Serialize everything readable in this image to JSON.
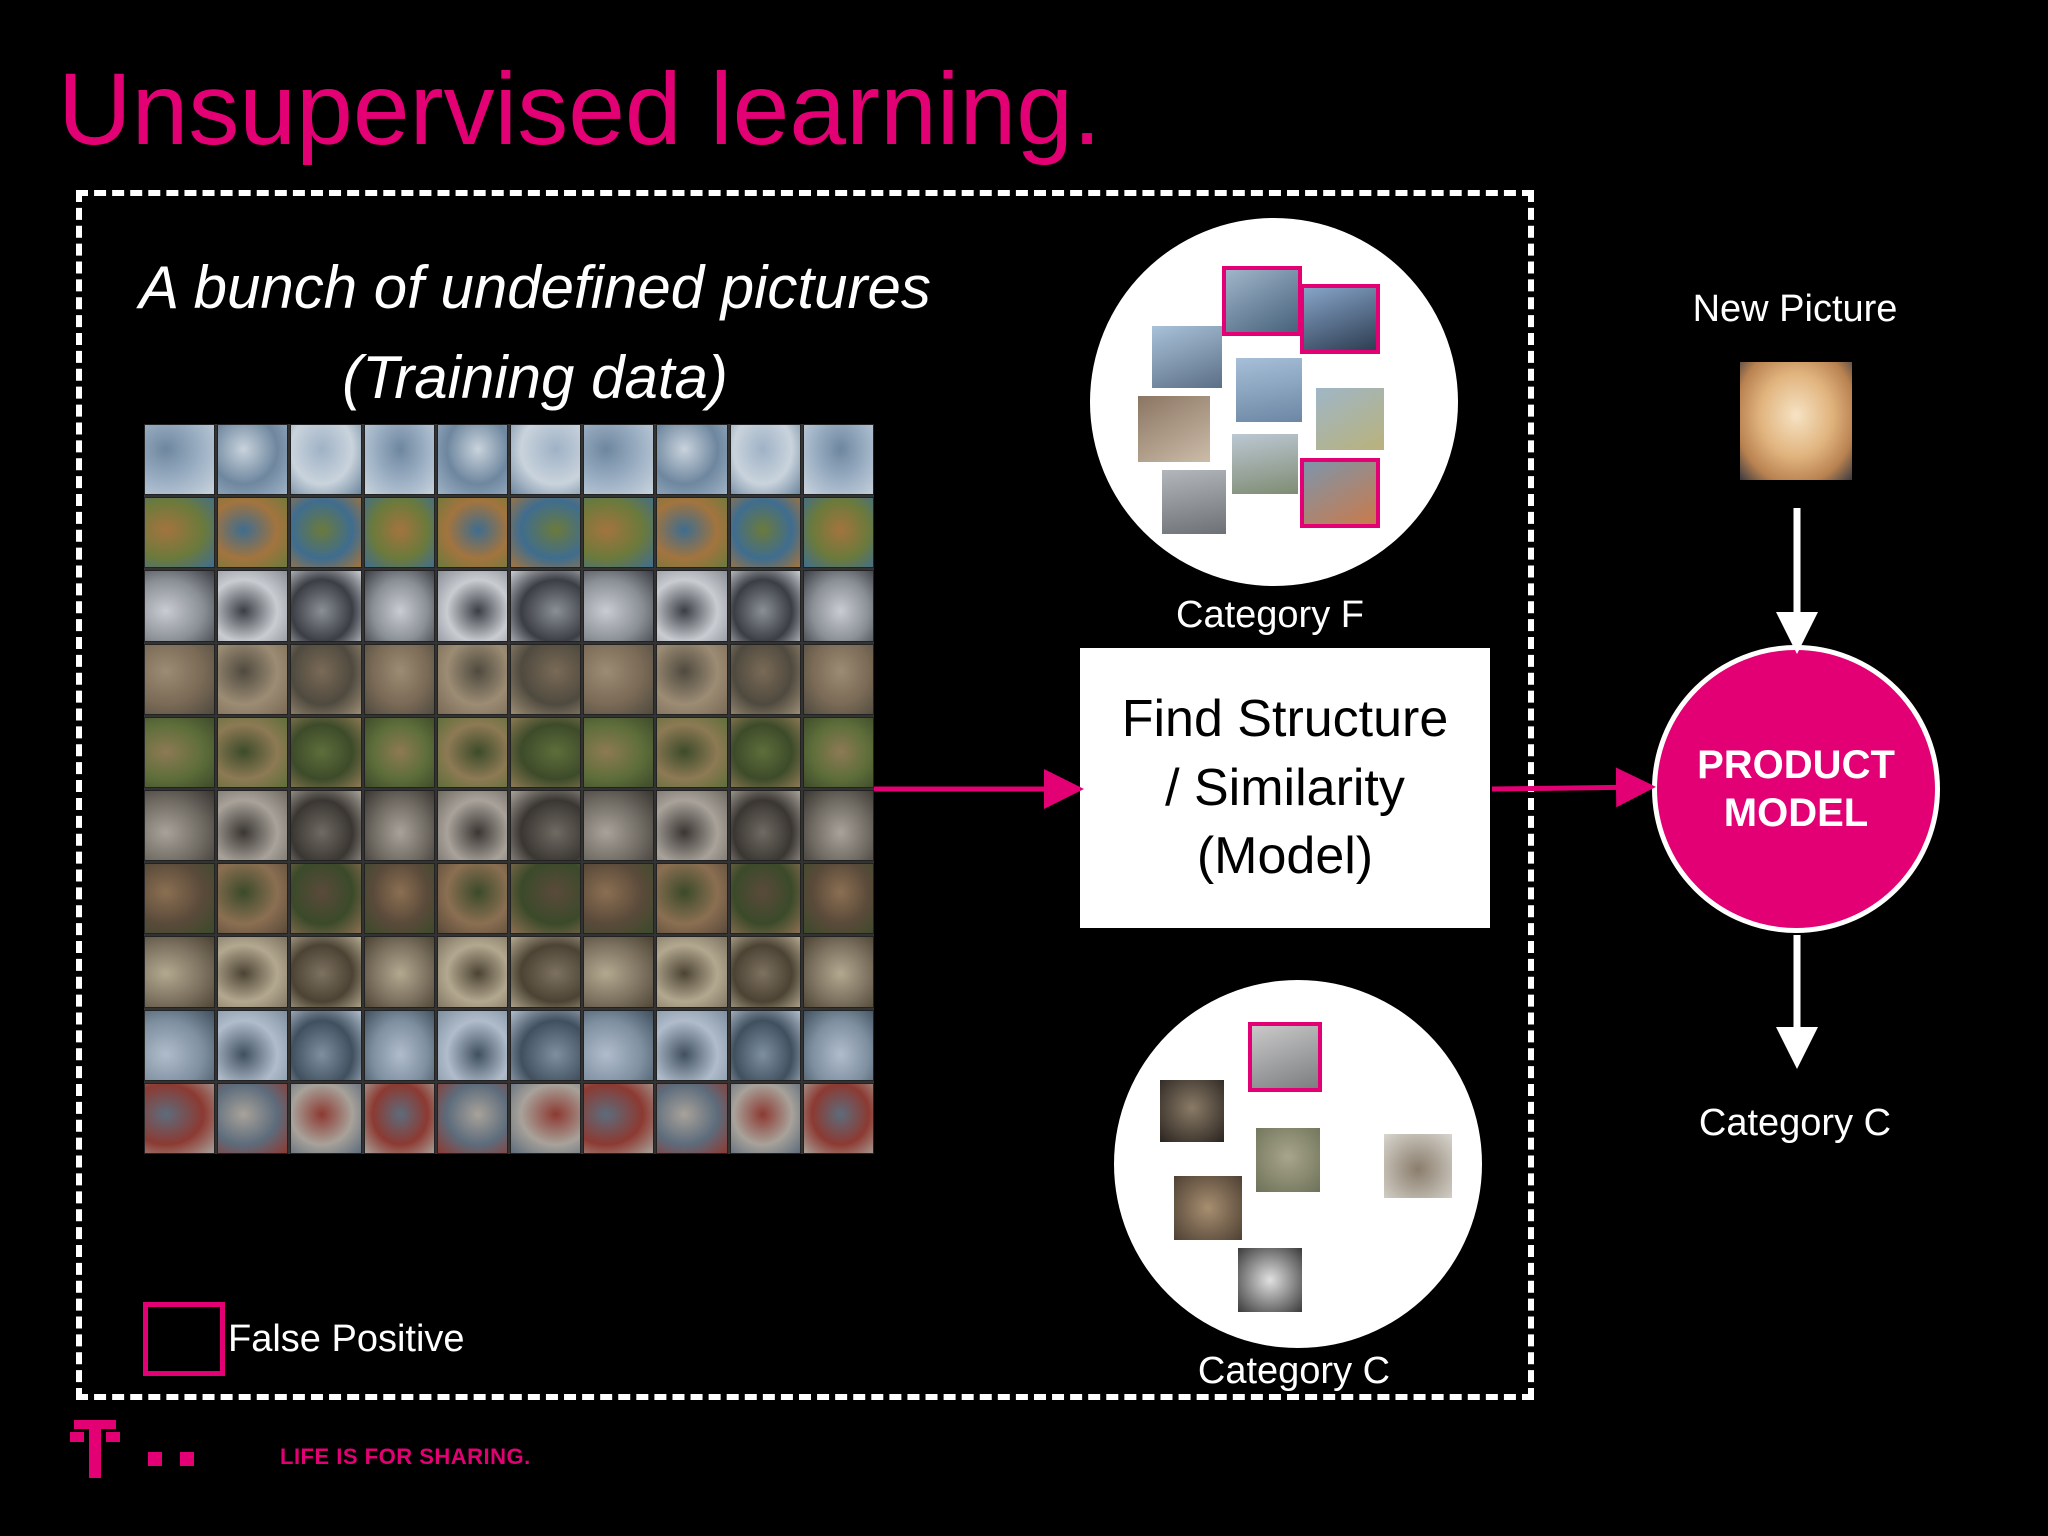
{
  "slide": {
    "title": "Unsupervised learning.",
    "training_line1": "A bunch of undefined pictures",
    "training_line2": "(Training data)",
    "category_f_label": "Category F",
    "category_c_label": "Category C",
    "model_box": {
      "line1": "Find Structure",
      "line2": "/ Similarity",
      "line3": "(Model)"
    },
    "product_model": {
      "line1": "PRODUCT",
      "line2": "MODEL"
    },
    "new_picture_label": "New Picture",
    "output_category_label": "Category C",
    "legend_label": "False Positive",
    "tagline": "LIFE IS FOR SHARING."
  },
  "colors": {
    "accent": "#e20074",
    "background": "#000000",
    "foreground": "#ffffff"
  },
  "icons": {
    "logo": "telekom-t-logo-icon",
    "new_picture": "cat-photo-icon"
  }
}
